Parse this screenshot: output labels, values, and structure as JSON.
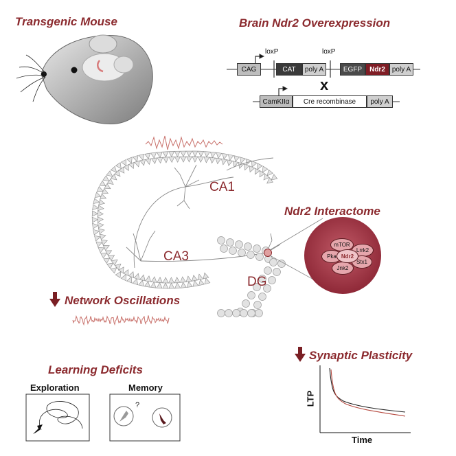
{
  "titles": {
    "transgenic_mouse": "Transgenic Mouse",
    "brain_overexpression": "Brain Ndr2 Overexpression",
    "interactome": "Ndr2 Interactome",
    "network_oscillations": "Network Oscillations",
    "learning_deficits": "Learning Deficits",
    "synaptic_plasticity": "Synaptic Plasticity"
  },
  "construct": {
    "loxp_left": "loxP",
    "loxp_right": "loxP",
    "top_row": [
      "CAG",
      "CAT",
      "poly A",
      "EGFP",
      "Ndr2",
      "poly A"
    ],
    "cross": "x",
    "bottom_row": [
      "CamKIIα",
      "Cre recombinase",
      "poly A"
    ]
  },
  "hippocampus": {
    "regions": [
      "CA1",
      "CA3",
      "DG"
    ]
  },
  "interactome_nodes": {
    "center": "Ndr2",
    "partners": [
      "mTOR",
      "Lrrk2",
      "Pka",
      "Stx1",
      "Jnk2"
    ]
  },
  "behavior": {
    "exploration_label": "Exploration",
    "memory_label": "Memory",
    "question_mark": "?"
  },
  "ltp_plot": {
    "ylabel": "LTP",
    "xlabel": "Time",
    "series_colors": [
      "#222222",
      "#b5483e"
    ]
  },
  "colors": {
    "accent": "#8b2a2e",
    "trace": "#c8706a",
    "node_fill": "#e6a6ac"
  }
}
